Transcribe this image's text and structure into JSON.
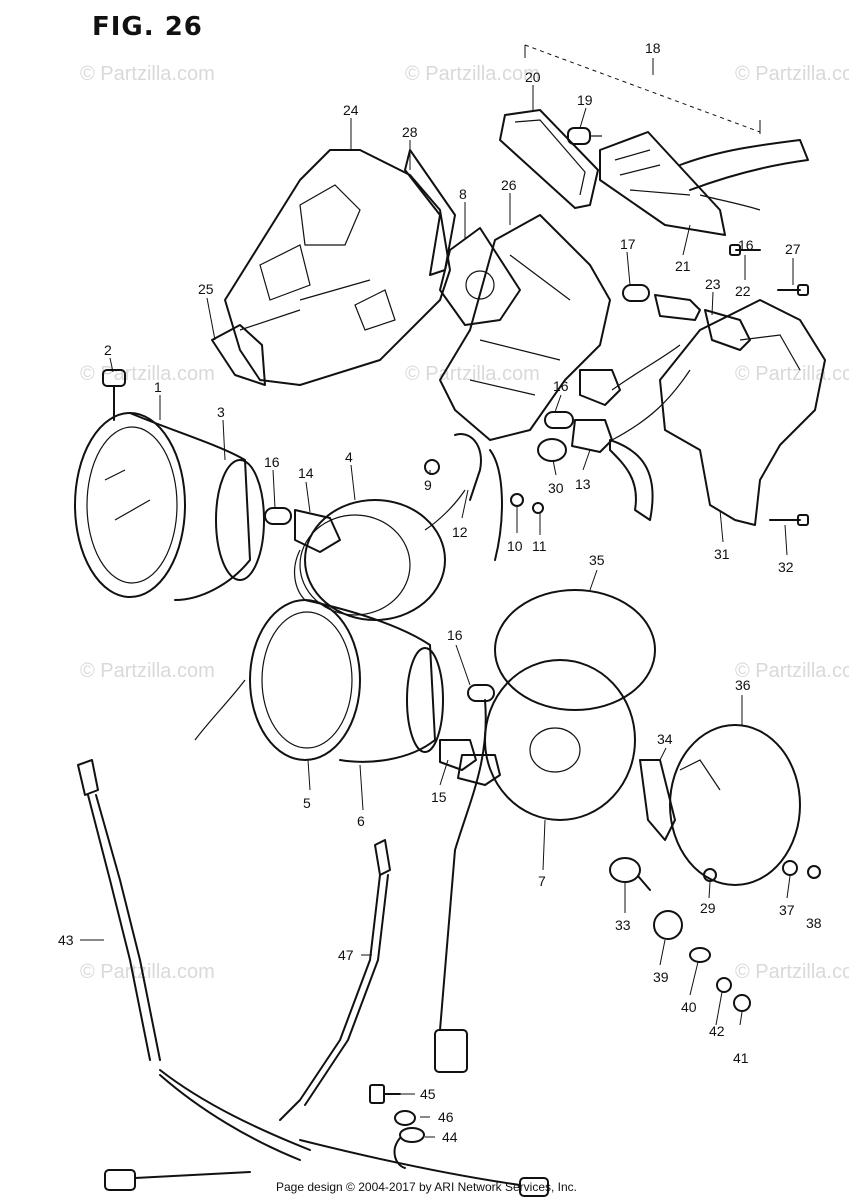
{
  "figure_title": "FIG. 26",
  "footer": "Page design © 2004-2017 by ARI Network Services, Inc.",
  "watermarks": [
    "© Partzilla.com",
    "© Partzilla.com",
    "© Partzilla.com",
    "© Partzilla.com",
    "© Partzilla.com",
    "© Partzilla.com",
    "© Partzilla.com",
    "© Partzilla.com",
    "© Partzilla.com",
    "© Partzilla.com"
  ],
  "callouts": [
    "1",
    "2",
    "3",
    "4",
    "5",
    "6",
    "7",
    "8",
    "9",
    "10",
    "11",
    "12",
    "13",
    "14",
    "15",
    "16",
    "16",
    "16",
    "16",
    "17",
    "18",
    "19",
    "20",
    "21",
    "22",
    "23",
    "24",
    "25",
    "26",
    "27",
    "28",
    "29",
    "30",
    "31",
    "32",
    "33",
    "34",
    "35",
    "36",
    "37",
    "38",
    "39",
    "40",
    "41",
    "42",
    "43",
    "44",
    "45",
    "46",
    "47"
  ]
}
